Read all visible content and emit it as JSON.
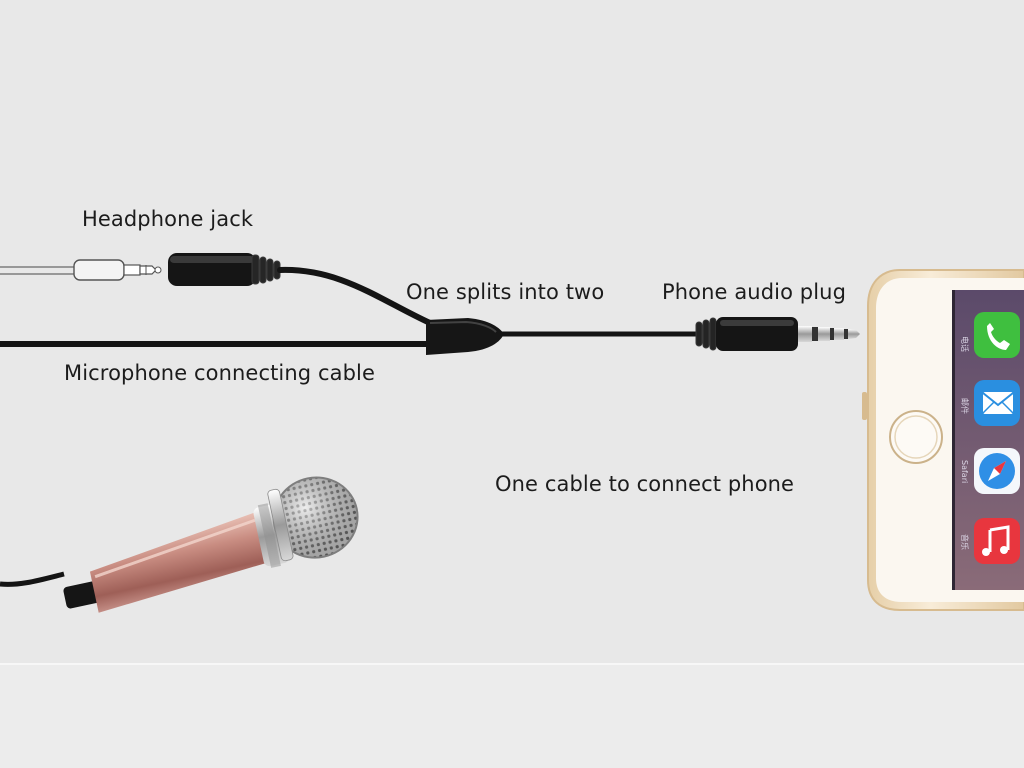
{
  "labels": {
    "headphone_jack": "Headphone jack",
    "splits": "One splits into two",
    "phone_plug": "Phone audio plug",
    "mic_cable": "Microphone connecting cable",
    "connect_phone": "One cable to connect phone"
  },
  "phone": {
    "apps": [
      {
        "icon": "phone-icon",
        "label": "电话",
        "color": "#3fbf3f"
      },
      {
        "icon": "mail-icon",
        "label": "邮件",
        "color": "#2a8fe0"
      },
      {
        "icon": "safari-icon",
        "label": "Safari",
        "color": "#2f8fe6"
      },
      {
        "icon": "music-icon",
        "label": "音乐",
        "color": "#e8363e"
      }
    ]
  },
  "colors": {
    "background": "#e8e8e8",
    "cable": "#141414",
    "mic_body": "#c99088",
    "phone_frame": "#f3e1c5"
  }
}
